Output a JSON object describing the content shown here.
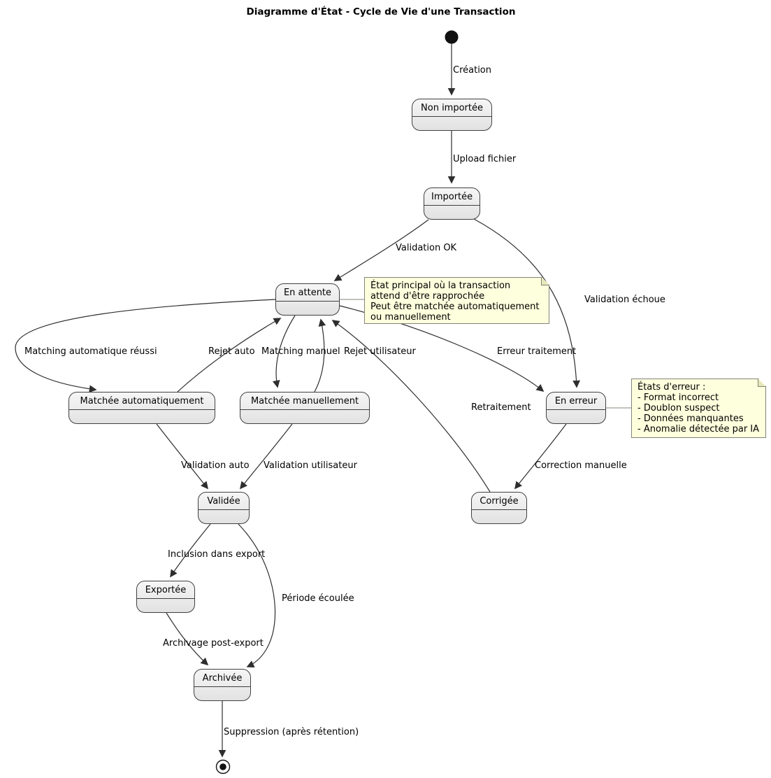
{
  "title": "Diagramme d'État - Cycle de Vie d'une Transaction",
  "colors": {
    "background": "#ffffff",
    "state_fill_top": "#f6f6f6",
    "state_fill_bottom": "#e2e2e2",
    "state_border": "#404040",
    "note_fill": "#feffdd",
    "note_border": "#84847a",
    "edge": "#2e2e2e",
    "text": "#000000"
  },
  "states": {
    "non_importee": "Non importée",
    "importee": "Importée",
    "en_attente": "En attente",
    "matchee_auto": "Matchée automatiquement",
    "matchee_manuelle": "Matchée manuellement",
    "en_erreur": "En erreur",
    "validee": "Validée",
    "corrigee": "Corrigée",
    "exportee": "Exportée",
    "archivee": "Archivée"
  },
  "transitions": [
    {
      "from": "initial",
      "to": "non_importee",
      "label": "Création"
    },
    {
      "from": "non_importee",
      "to": "importee",
      "label": "Upload fichier"
    },
    {
      "from": "importee",
      "to": "en_attente",
      "label": "Validation OK"
    },
    {
      "from": "importee",
      "to": "en_erreur",
      "label": "Validation échoue"
    },
    {
      "from": "en_attente",
      "to": "matchee_auto",
      "label": "Matching automatique réussi"
    },
    {
      "from": "matchee_auto",
      "to": "en_attente",
      "label": "Rejet auto"
    },
    {
      "from": "en_attente",
      "to": "matchee_manuelle",
      "label": "Matching manuel"
    },
    {
      "from": "matchee_manuelle",
      "to": "en_attente",
      "label": "Rejet utilisateur"
    },
    {
      "from": "en_attente",
      "to": "en_erreur",
      "label": "Erreur traitement"
    },
    {
      "from": "corrigee",
      "to": "en_attente",
      "label": "Retraitement"
    },
    {
      "from": "matchee_auto",
      "to": "validee",
      "label": "Validation auto"
    },
    {
      "from": "matchee_manuelle",
      "to": "validee",
      "label": "Validation utilisateur"
    },
    {
      "from": "en_erreur",
      "to": "corrigee",
      "label": "Correction manuelle"
    },
    {
      "from": "validee",
      "to": "exportee",
      "label": "Inclusion dans export"
    },
    {
      "from": "validee",
      "to": "archivee",
      "label": "Période écoulée"
    },
    {
      "from": "exportee",
      "to": "archivee",
      "label": "Archivage post-export"
    },
    {
      "from": "archivee",
      "to": "final",
      "label": "Suppression (après rétention)"
    }
  ],
  "notes": [
    {
      "attached_to": "en_attente",
      "text": "État principal où la transaction\nattend d'être rapprochée\nPeut être matchée automatiquement\nou manuellement"
    },
    {
      "attached_to": "en_erreur",
      "text": "États d'erreur :\n- Format incorrect\n- Doublon suspect\n- Données manquantes\n- Anomalie détectée par IA"
    }
  ]
}
